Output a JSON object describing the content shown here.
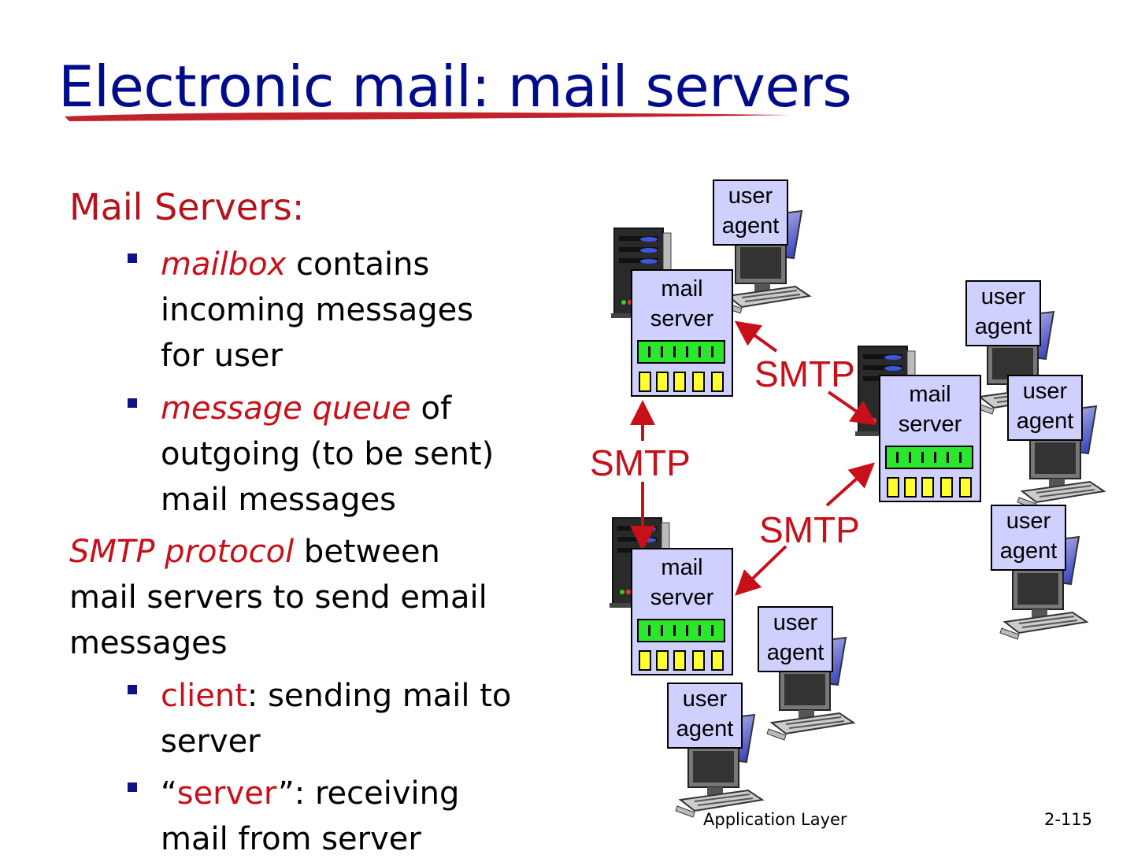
{
  "title": "Electronic mail: mail servers",
  "left": {
    "heading": "Mail Servers:",
    "b1_em": "mailbox",
    "b1_l1": " contains",
    "b1_l2": "incoming messages",
    "b1_l3": "for user",
    "b2_em": "message queue",
    "b2_l1": " of",
    "b2_l2": "outgoing (to be sent)",
    "b2_l3": "mail messages",
    "p_em": "SMTP protocol",
    "p_l1": " between",
    "p_l2": "mail servers to send email",
    "p_l3": "messages",
    "c1_red": "client",
    "c1_rest": ": sending mail to",
    "c1_l2": "server",
    "c2_q1": "“",
    "c2_red": "server",
    "c2_rest": "”: receiving",
    "c2_l2": "mail from server"
  },
  "diagram": {
    "user_agent_l1": "user",
    "user_agent_l2": "agent",
    "mail_server_l1": "mail",
    "mail_server_l2": "server",
    "smtp": "SMTP"
  },
  "footer": {
    "left": "Application Layer",
    "right": "2-115"
  },
  "colors": {
    "title": "#000c8a",
    "accent_red": "#c8101a",
    "box_fill": "#d0d0ff",
    "mailbox_green": "#2ce62c",
    "queue_yellow": "#ffff30"
  }
}
